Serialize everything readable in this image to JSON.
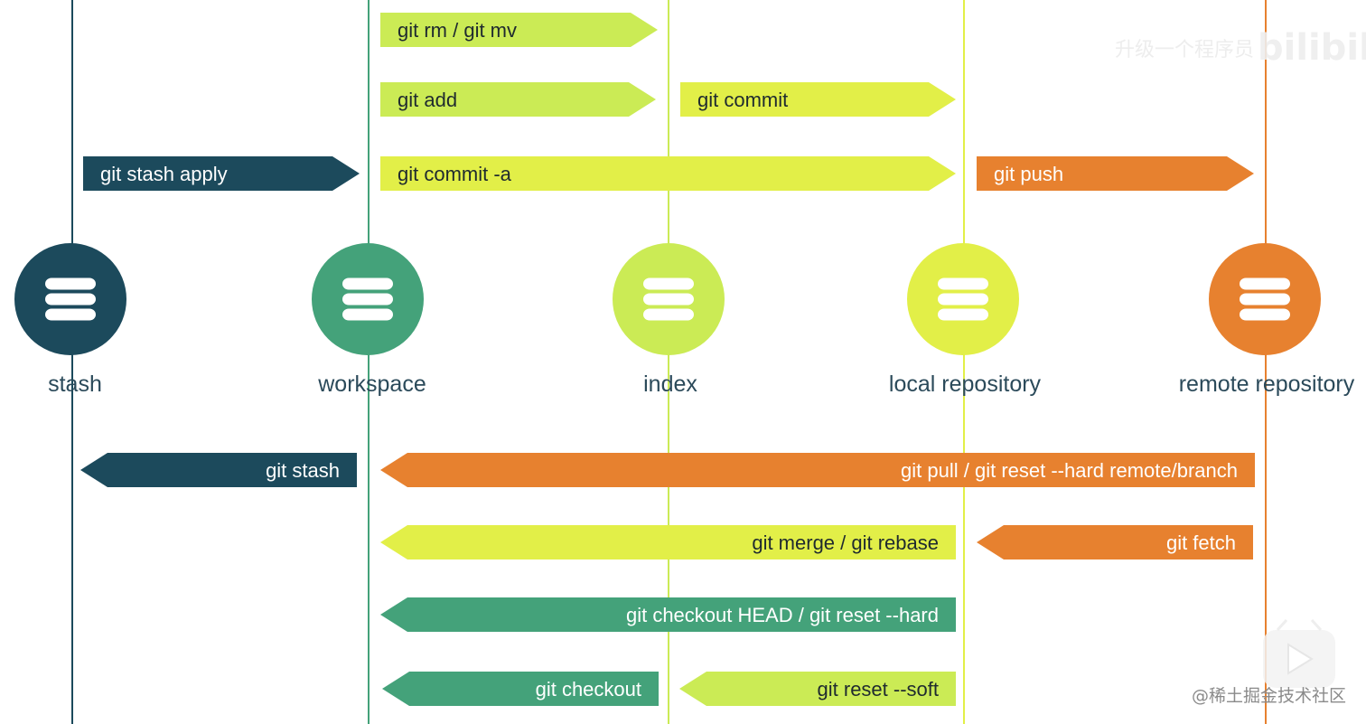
{
  "colors": {
    "stash": "#1c4a5c",
    "workspace": "#44a27a",
    "index": "#cbeb55",
    "local": "#e2ef48",
    "remote": "#e7812f",
    "text_light": "#ffffff",
    "text_dark": "#1f2a2f",
    "label": "#2b4a5a"
  },
  "nodes": [
    {
      "id": "stash",
      "label": "stash",
      "color_key": "stash",
      "icon": "database-icon"
    },
    {
      "id": "workspace",
      "label": "workspace",
      "color_key": "workspace",
      "icon": "database-icon"
    },
    {
      "id": "index",
      "label": "index",
      "color_key": "index",
      "icon": "database-icon"
    },
    {
      "id": "local",
      "label": "local repository",
      "color_key": "local",
      "icon": "database-icon"
    },
    {
      "id": "remote",
      "label": "remote repository",
      "color_key": "remote",
      "icon": "database-icon"
    }
  ],
  "arrows": [
    {
      "id": "git-rm-mv",
      "label": "git rm / git mv",
      "from": "workspace",
      "to": "index",
      "direction": "right",
      "color_key": "index"
    },
    {
      "id": "git-add",
      "label": "git add",
      "from": "workspace",
      "to": "index",
      "direction": "right",
      "color_key": "index"
    },
    {
      "id": "git-commit",
      "label": "git commit",
      "from": "index",
      "to": "local",
      "direction": "right",
      "color_key": "local"
    },
    {
      "id": "git-stash-apply",
      "label": "git stash apply",
      "from": "stash",
      "to": "workspace",
      "direction": "right",
      "color_key": "stash"
    },
    {
      "id": "git-commit-a",
      "label": "git commit -a",
      "from": "workspace",
      "to": "local",
      "direction": "right",
      "color_key": "local"
    },
    {
      "id": "git-push",
      "label": "git push",
      "from": "local",
      "to": "remote",
      "direction": "right",
      "color_key": "remote"
    },
    {
      "id": "git-stash",
      "label": "git stash",
      "from": "workspace",
      "to": "stash",
      "direction": "left",
      "color_key": "stash"
    },
    {
      "id": "git-pull",
      "label": "git pull / git reset --hard remote/branch",
      "from": "remote",
      "to": "workspace",
      "direction": "left",
      "color_key": "remote"
    },
    {
      "id": "git-merge-rebase",
      "label": "git merge / git rebase",
      "from": "local",
      "to": "workspace",
      "direction": "left",
      "color_key": "local"
    },
    {
      "id": "git-fetch",
      "label": "git fetch",
      "from": "remote",
      "to": "local",
      "direction": "left",
      "color_key": "remote"
    },
    {
      "id": "git-checkout-head",
      "label": "git checkout HEAD / git reset --hard",
      "from": "local",
      "to": "workspace",
      "direction": "left",
      "color_key": "workspace"
    },
    {
      "id": "git-checkout",
      "label": "git checkout",
      "from": "index",
      "to": "workspace",
      "direction": "left",
      "color_key": "workspace"
    },
    {
      "id": "git-reset-soft",
      "label": "git reset --soft",
      "from": "local",
      "to": "index",
      "direction": "left",
      "color_key": "index"
    }
  ],
  "watermarks": {
    "top_right_text": "升级一个程序员",
    "top_right_logo": "bilibili",
    "bottom_right": "@稀土掘金技术社区"
  }
}
